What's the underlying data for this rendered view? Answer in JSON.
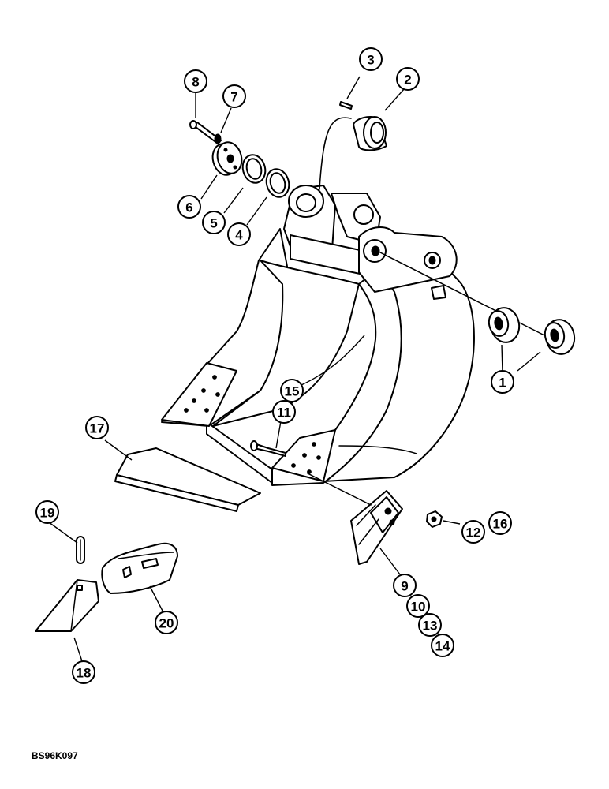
{
  "figure_code": "BS96K097",
  "callouts": [
    {
      "id": "callout-1",
      "label": "1"
    },
    {
      "id": "callout-2",
      "label": "2"
    },
    {
      "id": "callout-3",
      "label": "3"
    },
    {
      "id": "callout-4",
      "label": "4"
    },
    {
      "id": "callout-5",
      "label": "5"
    },
    {
      "id": "callout-6",
      "label": "6"
    },
    {
      "id": "callout-7",
      "label": "7"
    },
    {
      "id": "callout-8",
      "label": "8"
    },
    {
      "id": "callout-9",
      "label": "9"
    },
    {
      "id": "callout-10",
      "label": "10"
    },
    {
      "id": "callout-11",
      "label": "11"
    },
    {
      "id": "callout-12",
      "label": "12"
    },
    {
      "id": "callout-13",
      "label": "13"
    },
    {
      "id": "callout-14",
      "label": "14"
    },
    {
      "id": "callout-15",
      "label": "15"
    },
    {
      "id": "callout-16",
      "label": "16"
    },
    {
      "id": "callout-17",
      "label": "17"
    },
    {
      "id": "callout-18",
      "label": "18"
    },
    {
      "id": "callout-19",
      "label": "19"
    },
    {
      "id": "callout-20",
      "label": "20"
    }
  ]
}
